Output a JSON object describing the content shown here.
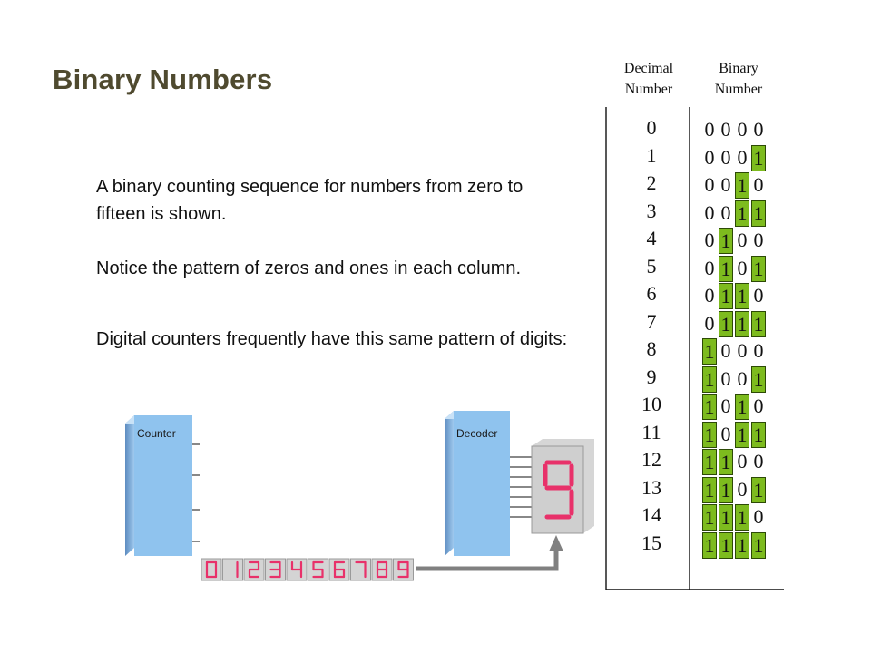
{
  "title": "Binary Numbers",
  "paragraphs": [
    "A binary counting sequence for numbers from zero to fifteen is shown.",
    "Notice the pattern of zeros and ones in each column.",
    "Digital counters frequently have this same pattern of digits:"
  ],
  "table": {
    "decimal_header_line1": "Decimal",
    "decimal_header_line2": "Number",
    "binary_header_line1": "Binary",
    "binary_header_line2": "Number",
    "rows": [
      {
        "decimal": "0",
        "bits": [
          "0",
          "0",
          "0",
          "0"
        ]
      },
      {
        "decimal": "1",
        "bits": [
          "0",
          "0",
          "0",
          "1"
        ]
      },
      {
        "decimal": "2",
        "bits": [
          "0",
          "0",
          "1",
          "0"
        ]
      },
      {
        "decimal": "3",
        "bits": [
          "0",
          "0",
          "1",
          "1"
        ]
      },
      {
        "decimal": "4",
        "bits": [
          "0",
          "1",
          "0",
          "0"
        ]
      },
      {
        "decimal": "5",
        "bits": [
          "0",
          "1",
          "0",
          "1"
        ]
      },
      {
        "decimal": "6",
        "bits": [
          "0",
          "1",
          "1",
          "0"
        ]
      },
      {
        "decimal": "7",
        "bits": [
          "0",
          "1",
          "1",
          "1"
        ]
      },
      {
        "decimal": "8",
        "bits": [
          "1",
          "0",
          "0",
          "0"
        ]
      },
      {
        "decimal": "9",
        "bits": [
          "1",
          "0",
          "0",
          "1"
        ]
      },
      {
        "decimal": "10",
        "bits": [
          "1",
          "0",
          "1",
          "0"
        ]
      },
      {
        "decimal": "11",
        "bits": [
          "1",
          "0",
          "1",
          "1"
        ]
      },
      {
        "decimal": "12",
        "bits": [
          "1",
          "1",
          "0",
          "0"
        ]
      },
      {
        "decimal": "13",
        "bits": [
          "1",
          "1",
          "0",
          "1"
        ]
      },
      {
        "decimal": "14",
        "bits": [
          "1",
          "1",
          "1",
          "0"
        ]
      },
      {
        "decimal": "15",
        "bits": [
          "1",
          "1",
          "1",
          "1"
        ]
      }
    ],
    "one_highlight_color": "#7dbb1e"
  },
  "diagram": {
    "counter_label": "Counter",
    "decoder_label": "Decoder",
    "display_digit": "9",
    "digit_strip": [
      "0",
      "1",
      "2",
      "3",
      "4",
      "5",
      "6",
      "7",
      "8",
      "9"
    ],
    "block_color": "#8fc3ee",
    "segment_color": "#e8316a"
  }
}
